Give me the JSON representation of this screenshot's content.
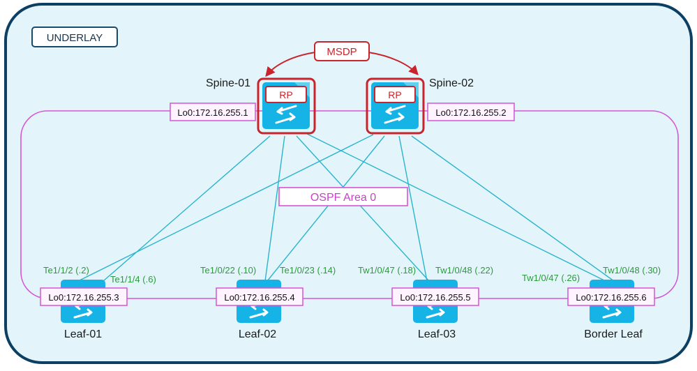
{
  "title": "UNDERLAY",
  "protocol_label": "MSDP",
  "area_label": "OSPF Area 0",
  "spines": [
    {
      "name": "Spine-01",
      "badge": "RP",
      "loopback": "Lo0:172.16.255.1"
    },
    {
      "name": "Spine-02",
      "badge": "RP",
      "loopback": "Lo0:172.16.255.2"
    }
  ],
  "leaves": [
    {
      "name": "Leaf-01",
      "loopback": "Lo0:172.16.255.3",
      "links": [
        {
          "iface": "Te1/1/2",
          "ip": "(.2)"
        },
        {
          "iface": "Te1/1/4",
          "ip": "(.6)"
        }
      ]
    },
    {
      "name": "Leaf-02",
      "loopback": "Lo0:172.16.255.4",
      "links": [
        {
          "iface": "Te1/0/22",
          "ip": "(.10)"
        },
        {
          "iface": "Te1/0/23",
          "ip": "(.14)"
        }
      ]
    },
    {
      "name": "Leaf-03",
      "loopback": "Lo0:172.16.255.5",
      "links": [
        {
          "iface": "Tw1/0/47",
          "ip": "(.18)"
        },
        {
          "iface": "Tw1/0/48",
          "ip": "(.22)"
        }
      ]
    },
    {
      "name": "Border Leaf",
      "loopback": "Lo0:172.16.255.6",
      "links": [
        {
          "iface": "Tw1/0/47",
          "ip": "(.26)"
        },
        {
          "iface": "Tw1/0/48",
          "ip": "(.30)"
        }
      ]
    }
  ],
  "colors": {
    "background": "#e3f5fb",
    "border": "#0d3f63",
    "link": "#29b4cc",
    "switch": "#16b4e6",
    "rp": "#d92525",
    "area": "#d455d4",
    "iface": "#2a9a3a"
  },
  "icons": {
    "switch": "switch-icon",
    "arrow": "curved-arrow-icon"
  }
}
